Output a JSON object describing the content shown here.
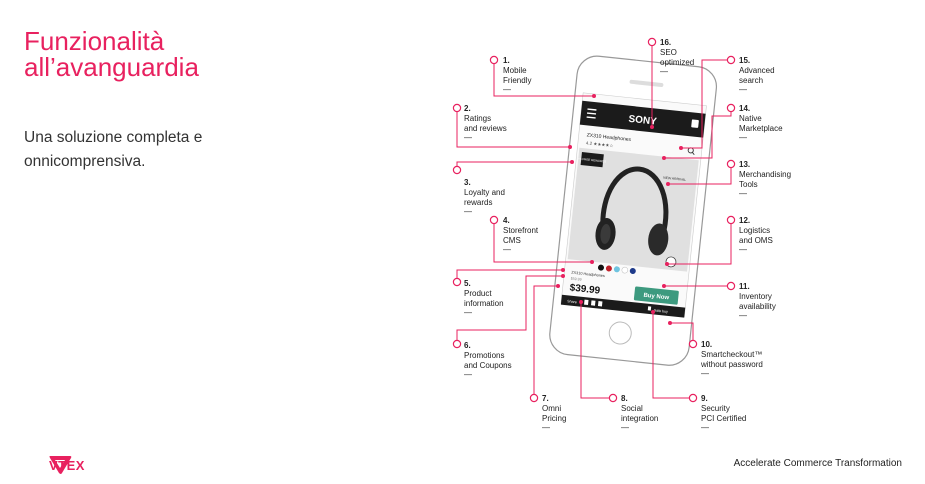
{
  "slide": {
    "title_line1": "Funzionalità",
    "title_line2": "all’avanguardia",
    "subtitle_line1": "Una soluzione completa e",
    "subtitle_line2": "onnicomprensiva.",
    "brand": "VTEX",
    "footer": "Accelerate Commerce Transformation",
    "accent_color": "#e8215f"
  },
  "phone": {
    "brand": "SONY",
    "product_name": "ZX310 Headphones",
    "rating": "4.2 ★★★★☆",
    "badge": "+5 FREE REWARDS",
    "new_arrival": "NEW ARRIVAL",
    "mini_product": "ZX310 Headphones",
    "old_price": "$59.99",
    "price": "$39.99",
    "buy_button": "Buy Now",
    "share": "Share",
    "safe_buy": "Safe buy",
    "icons": [
      "menu-icon",
      "bag-icon",
      "search-icon",
      "lock-icon"
    ]
  },
  "features": [
    {
      "num": "1.",
      "text": "Mobile\nFriendly",
      "dash": "—"
    },
    {
      "num": "2.",
      "text": "Ratings\nand reviews",
      "dash": "—"
    },
    {
      "num": "3.",
      "text": "Loyalty and\nrewards",
      "dash": "—"
    },
    {
      "num": "4.",
      "text": "Storefront\nCMS",
      "dash": "—"
    },
    {
      "num": "5.",
      "text": "Product\ninformation",
      "dash": "—"
    },
    {
      "num": "6.",
      "text": "Promotions\nand Coupons",
      "dash": "—"
    },
    {
      "num": "7.",
      "text": "Omni\nPricing",
      "dash": "—"
    },
    {
      "num": "8.",
      "text": "Social\nintegration",
      "dash": "—"
    },
    {
      "num": "9.",
      "text": "Security\nPCI Certified",
      "dash": "—"
    },
    {
      "num": "10.",
      "text": "Smartcheckout™\nwithout password",
      "dash": "—"
    },
    {
      "num": "11.",
      "text": "Inventory\navailability",
      "dash": "—"
    },
    {
      "num": "12.",
      "text": "Logistics\nand OMS",
      "dash": "—"
    },
    {
      "num": "13.",
      "text": "Merchandising\nTools",
      "dash": "—"
    },
    {
      "num": "14.",
      "text": "Native\nMarketplace",
      "dash": "—"
    },
    {
      "num": "15.",
      "text": "Advanced\nsearch",
      "dash": "—"
    },
    {
      "num": "16.",
      "text": "SEO\noptimized",
      "dash": "—"
    }
  ]
}
